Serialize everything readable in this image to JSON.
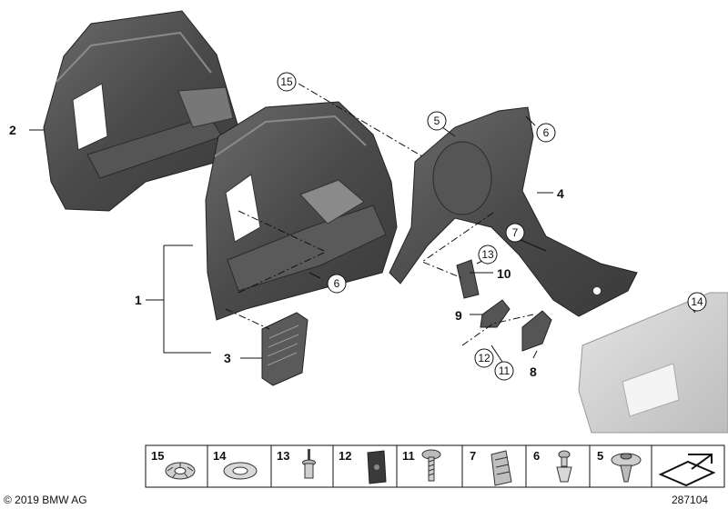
{
  "callouts": {
    "c1": "1",
    "c2": "2",
    "c3": "3",
    "c4": "4",
    "c5": "5",
    "c6a": "6",
    "c6b": "6",
    "c7": "7",
    "c8": "8",
    "c9": "9",
    "c10": "10",
    "c11": "11",
    "c12": "12",
    "c13": "13",
    "c14": "14",
    "c15": "15"
  },
  "tray": [
    "15",
    "14",
    "13",
    "12",
    "11",
    "7",
    "6",
    "5"
  ],
  "footer": {
    "copyright": "© 2019 BMW AG",
    "figure_id": "287104"
  }
}
